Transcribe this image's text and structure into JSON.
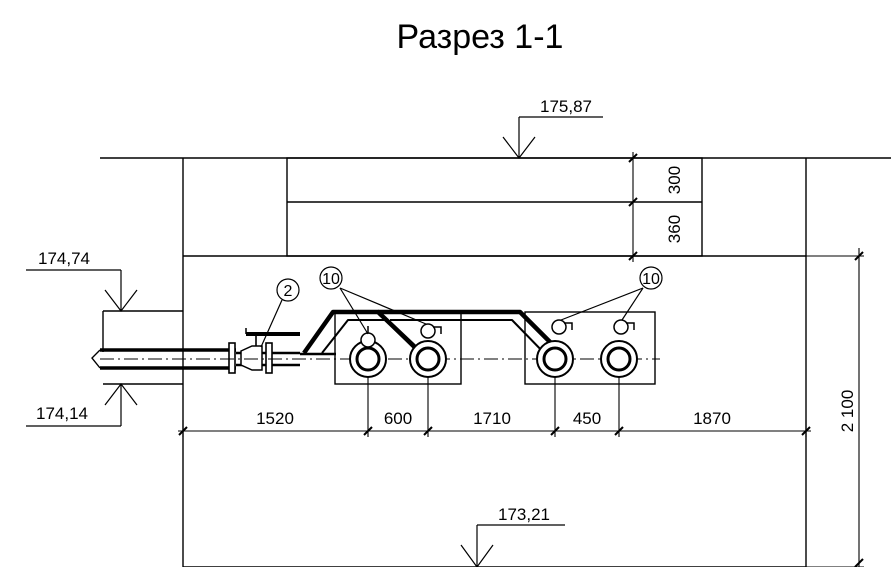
{
  "title": "Разрез 1-1",
  "levels": {
    "top": "175,87",
    "pipe_upper": "174,74",
    "pipe_lower": "174,14",
    "bottom": "173,21"
  },
  "dims_horizontal": [
    "1520",
    "600",
    "1710",
    "450",
    "1870"
  ],
  "dims_vertical": {
    "slab_upper": "300",
    "slab_lower": "360",
    "chamber_height": "2 100"
  },
  "callouts": {
    "item_2": "2",
    "item_10_left": "10",
    "item_10_right": "10"
  }
}
